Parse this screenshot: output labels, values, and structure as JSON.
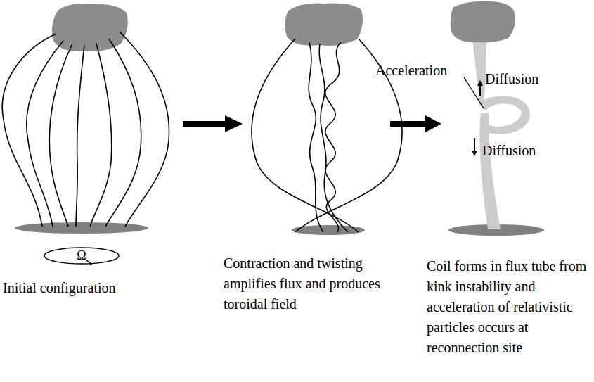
{
  "diagram": {
    "nodes": [
      {
        "text": [
          "Ω"
        ]
      }
    ],
    "labels": [
      "Initial configuration",
      "Contraction and twisting amplifies flux and produces toroidal field",
      "Coil forms in flux tube from kink instability and acceleration of relativistic particles occurs at reconnection site",
      "Acceleration",
      "Diffusion",
      "Diffusion"
    ]
  }
}
